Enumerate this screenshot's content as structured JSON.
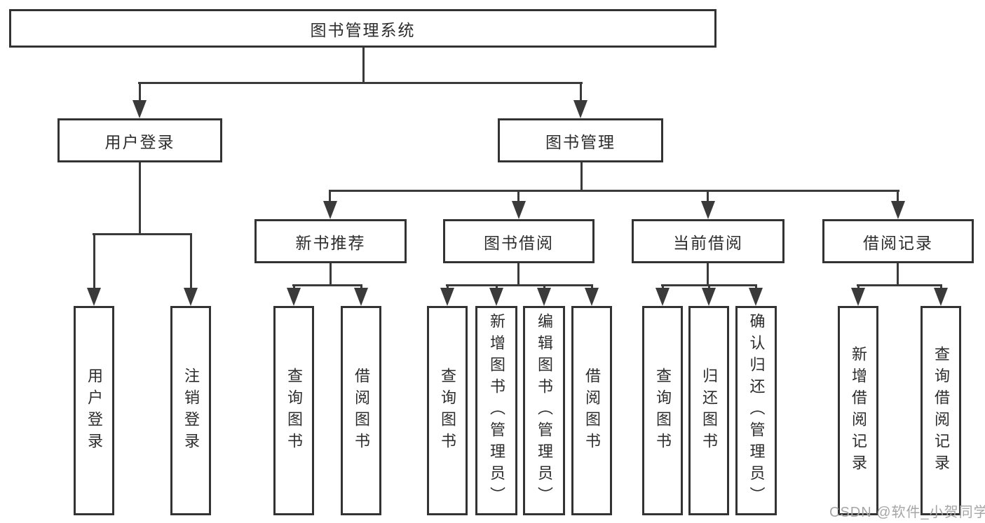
{
  "diagram": {
    "root": {
      "label": "图书管理系统"
    },
    "branches": [
      {
        "label": "用户登录",
        "children": [
          {
            "label": "用户登录"
          },
          {
            "label": "注销登录"
          }
        ]
      },
      {
        "label": "图书管理",
        "children": [
          {
            "label": "新书推荐",
            "children": [
              {
                "label": "查询图书"
              },
              {
                "label": "借阅图书"
              }
            ]
          },
          {
            "label": "图书借阅",
            "children": [
              {
                "label": "查询图书"
              },
              {
                "label": "新增图书（管理员）"
              },
              {
                "label": "编辑图书（管理员）"
              },
              {
                "label": "借阅图书"
              }
            ]
          },
          {
            "label": "当前借阅",
            "children": [
              {
                "label": "查询图书"
              },
              {
                "label": "归还图书"
              },
              {
                "label": "确认归还（管理员）"
              }
            ]
          },
          {
            "label": "借阅记录",
            "children": [
              {
                "label": "新增借阅记录"
              },
              {
                "label": "查询借阅记录"
              }
            ]
          }
        ]
      }
    ],
    "colors": {
      "line": "#3a3a3a",
      "border": "#333333",
      "text": "#2d2d2d",
      "watermark_text": "#a6a6a6",
      "background": "#ffffff"
    }
  },
  "watermark": {
    "text": "CSDN @软件_小贺同学"
  }
}
